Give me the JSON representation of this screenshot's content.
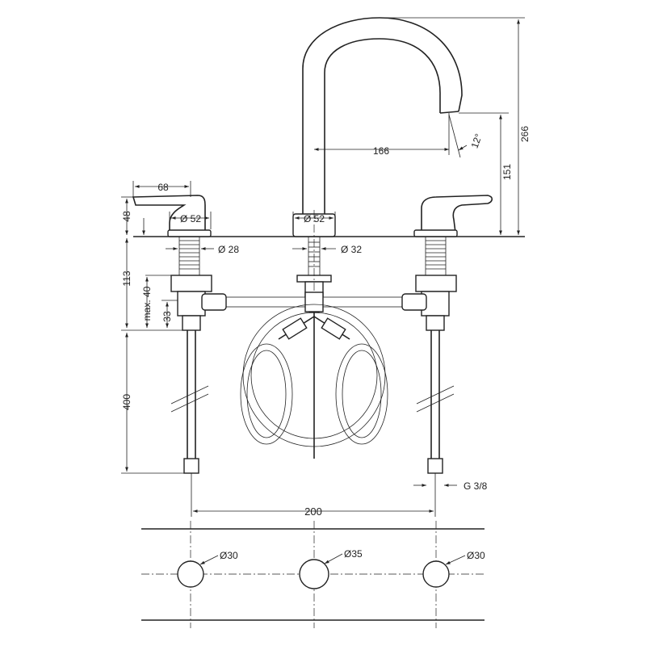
{
  "dimensions": {
    "spout_height": "266",
    "outlet_height": "151",
    "spout_reach": "166",
    "spout_angle": "12°",
    "handle_length": "68",
    "handle_height": "48",
    "handle_base_dia": "Ø 52",
    "spout_base_dia": "Ø 52",
    "handle_shank_dia": "Ø 28",
    "spout_shank_dia": "Ø 32",
    "shank_length": "113",
    "max_thickness": "max. 40",
    "clamp_height": "33",
    "hose_length": "400",
    "connection_thread": "G 3/8",
    "hole_spacing": "200",
    "left_hole": "Ø30",
    "center_hole": "Ø35",
    "right_hole": "Ø30"
  }
}
